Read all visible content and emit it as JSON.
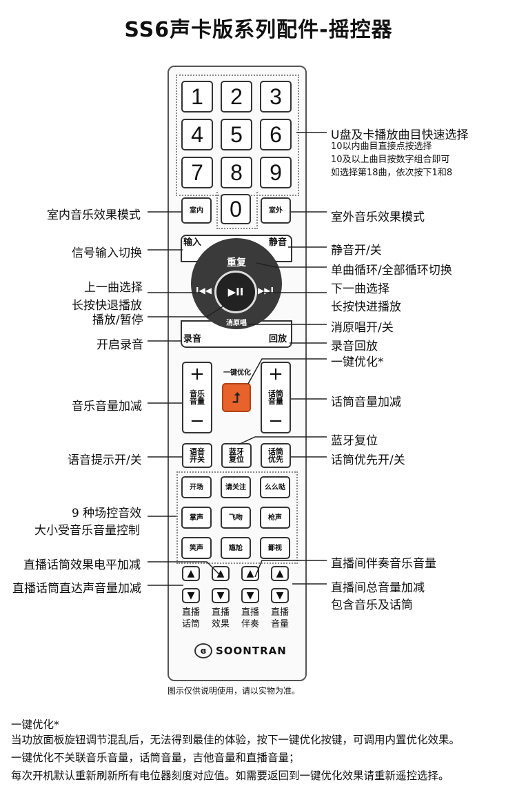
{
  "title": "SS6声卡版系列配件-摇控器",
  "keys": {
    "digits": [
      "1",
      "2",
      "3",
      "4",
      "5",
      "6",
      "7",
      "8",
      "9"
    ],
    "zero": "0",
    "indoor": "室内",
    "outdoor": "室外",
    "input": "输入",
    "mute": "静音",
    "repeat": "重复",
    "vocal_cut": "消原唱",
    "record": "录音",
    "playback": "回放",
    "one_key_opt": "一键优化",
    "plus": "+",
    "minus": "−",
    "music_volume": "音乐\n音量",
    "mic_volume": "话筒\n音量",
    "voice_prompt": "语音\n开关",
    "bt_reset": "蓝牙\n复位",
    "mic_priority": "话筒\n优先",
    "effects": [
      "开场",
      "请关注",
      "么么哒",
      "掌声",
      "飞吻",
      "枪声",
      "笑声",
      "尴尬",
      "鄙视"
    ],
    "up": "▲",
    "down": "▼",
    "live_labels": [
      "直播\n话筒",
      "直播\n效果",
      "直播\n伴奏",
      "直播\n音量"
    ],
    "play_pause": "▶II",
    "prev": "I◀◀",
    "next": "▶▶I",
    "brand": "SOONTRAN"
  },
  "labels_left": {
    "indoor_mode": "室内音乐效果模式",
    "signal_input": "信号输入切换",
    "prev_track": "上一曲选择",
    "rewind": "长按快退播放",
    "play_pause": "播放/暂停",
    "record": "开启录音",
    "music_volume": "音乐音量加减",
    "voice_prompt": "语音提示开/关",
    "scene_effects_1": "9 种场控音效",
    "scene_effects_2": "大小受音乐音量控制",
    "mic_effect_level": "直播话筒效果电平加减",
    "mic_direct_volume": "直播话筒直达声音量加减"
  },
  "labels_right": {
    "usb_select": "U盘及卡播放曲目快速选择",
    "usb_note_1": "10以内曲目直接点按选择",
    "usb_note_2": "10及以上曲目按数字组合即可",
    "usb_note_3": "如选择第18曲，依次按下1和8",
    "outdoor_mode": "室外音乐效果模式",
    "mute": "静音开/关",
    "repeat": "单曲循环/全部循环切换",
    "next_track": "下一曲选择",
    "fast_forward": "长按快进播放",
    "vocal_cut": "消原唱开/关",
    "playback": "录音回放",
    "one_key_opt": "一键优化*",
    "mic_volume": "话筒音量加减",
    "bt_reset": "蓝牙复位",
    "mic_priority": "话筒优先开/关",
    "live_accomp": "直播间伴奏音乐音量",
    "live_total_1": "直播间总音量加减",
    "live_total_2": "包含音乐及话筒"
  },
  "caption": "图示仅供说明使用，请以实物为准。",
  "notes": [
    "一键优化*",
    "当功放面板旋钮调节混乱后，无法得到最佳的体验，按下一键优化按键，可调用内置优化效果。",
    "一键优化不关联音乐音量，话筒音量，吉他音量和直播音量；",
    "每次开机默认重新刷新所有电位器刻度对应值。如需要返回到一键优化效果请重新遥控选择。"
  ],
  "colors": {
    "accent": "#e8622c",
    "outline": "#333333"
  }
}
